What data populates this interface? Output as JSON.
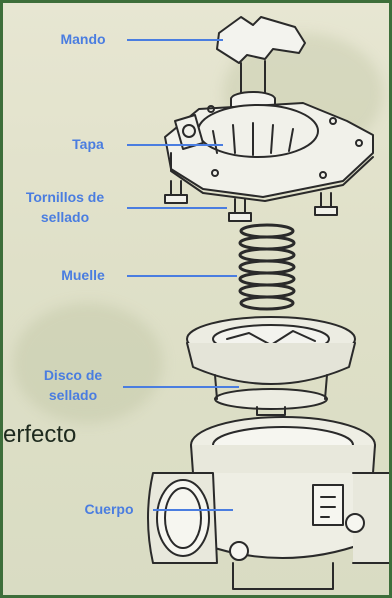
{
  "labels": {
    "mando": "Mando",
    "tapa": "Tapa",
    "tornillos": "Tornillos de sellado",
    "muelle": "Muelle",
    "disco": "Disco de sellado",
    "cuerpo": "Cuerpo"
  },
  "background_text": "erfecto",
  "colors": {
    "label": "#4a7de0",
    "outline": "#2a2a2a",
    "frame": "#3d6e3a"
  }
}
